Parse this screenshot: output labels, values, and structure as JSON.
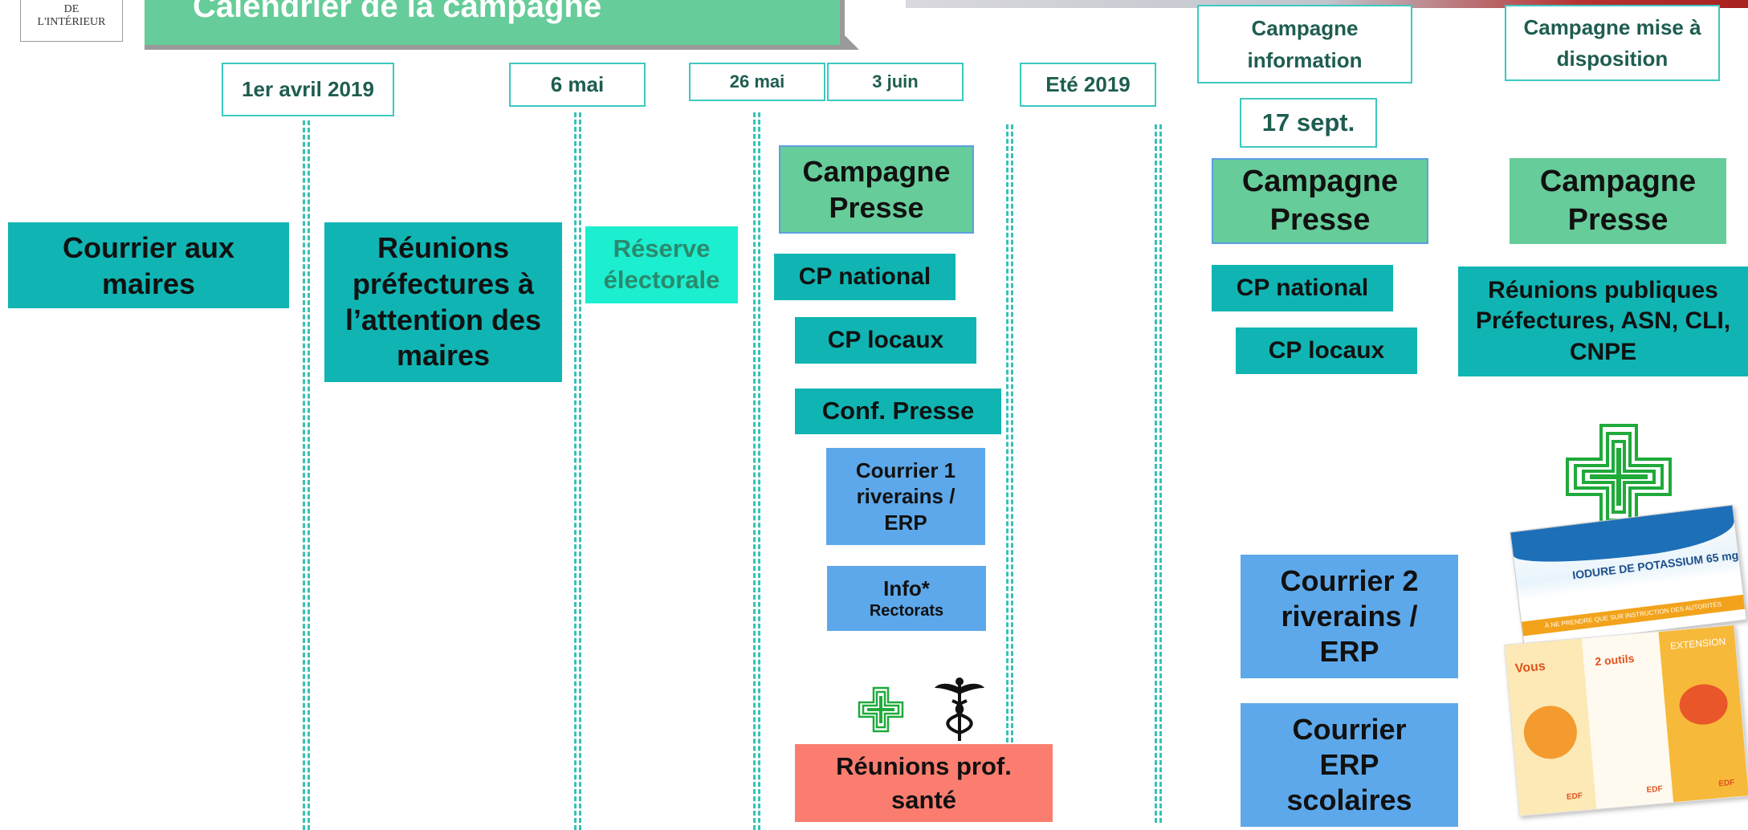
{
  "header": {
    "title": "Calendrier de la campagne",
    "logo_line1": "DE",
    "logo_line2": "L'INTÉRIEUR"
  },
  "dates": {
    "d1": "1er avril 2019",
    "d2": "6 mai",
    "d3": "26 mai",
    "d4": "3 juin",
    "d5": "Eté 2019",
    "d6": "17 sept."
  },
  "phases": {
    "info": "Campagne information",
    "dispo": "Campagne mise à disposition"
  },
  "boxes": {
    "courrier_maires": "Courrier aux maires",
    "reunions_prefectures": "Réunions préfectures à l’attention des maires",
    "reserve": "Réserve électorale",
    "presse1": "Campagne Presse",
    "cp_national1": "CP national",
    "cp_locaux1": "CP locaux",
    "conf_presse": "Conf. Presse",
    "courrier1": "Courrier 1 riverains / ERP",
    "info_main": "Info*",
    "info_sub": "Rectorats",
    "reunions_prof": "Réunions prof. santé",
    "presse2": "Campagne Presse",
    "cp_national2": "CP national",
    "cp_locaux2": "CP locaux",
    "courrier2": "Courrier 2 riverains / ERP",
    "courrier_erp": "Courrier ERP scolaires",
    "presse3": "Campagne Presse",
    "reunions_publiques": "Réunions publiques Préfectures, ASN, CLI, CNPE"
  },
  "images": {
    "pill_box_title": "IODURE DE POTASSIUM 65 mg",
    "pill_box_band": "À NE PRENDRE QUE SUR INSTRUCTION DES AUTORITÉS",
    "leaflet_vous": "Vous",
    "leaflet_outils": "2 outils",
    "leaflet_extension": "EXTENSION",
    "leaflet_edf": "EDF"
  },
  "icons": [
    "pharmacy-cross-icon",
    "caduceus-icon",
    "large-pharmacy-cross-icon"
  ],
  "colors": {
    "teal": "#10b5b3",
    "green": "#66cc99",
    "blue": "#5da8ea",
    "salmon": "#fb7d70",
    "aqua": "#1ceed0",
    "date_border": "#3cc9c0",
    "pharmacy_green": "#1faa3a"
  }
}
